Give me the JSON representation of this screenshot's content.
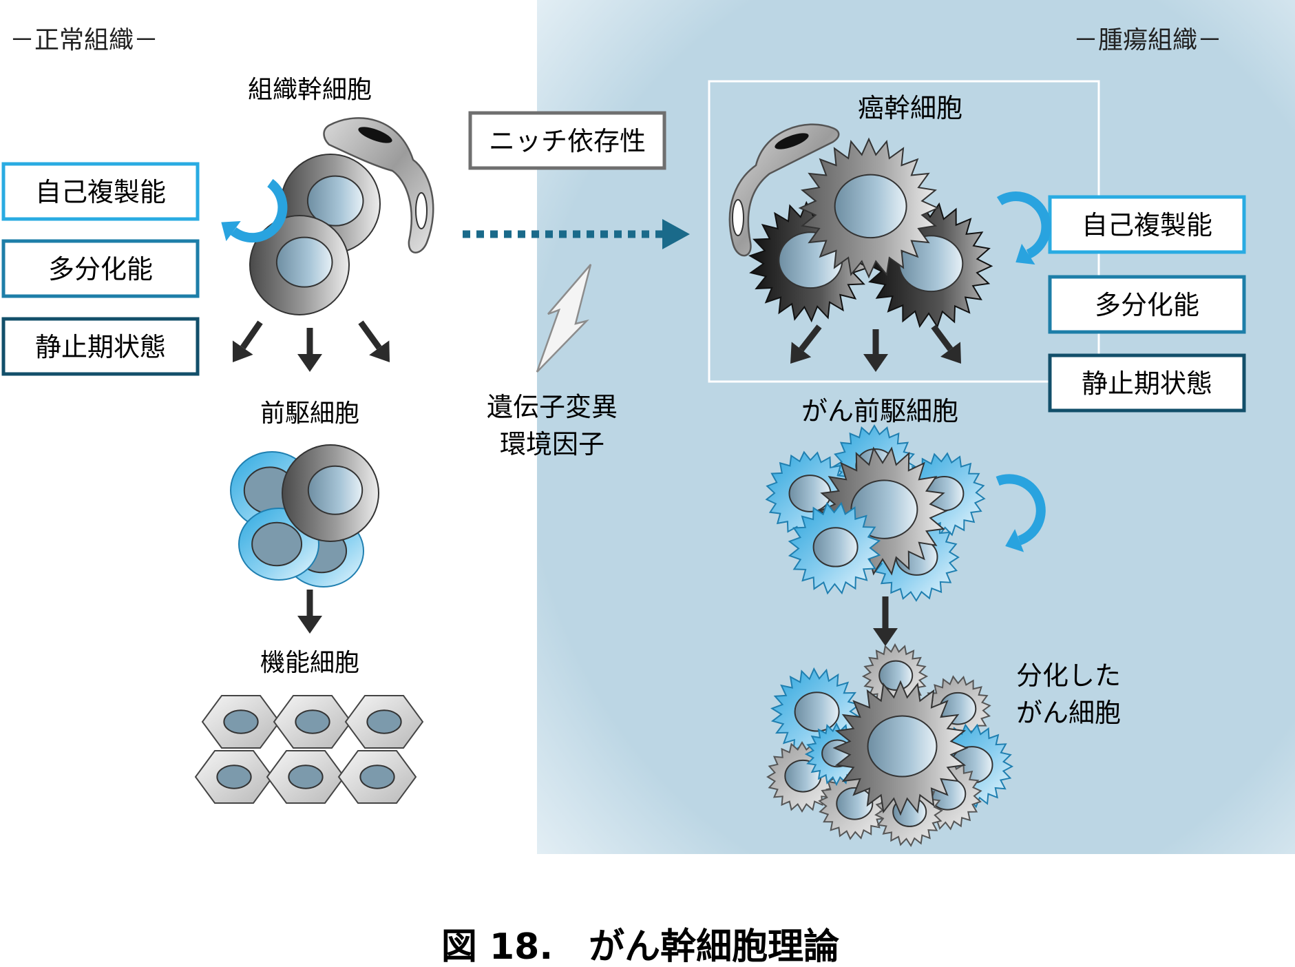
{
  "normal": {
    "heading": "－正常組織－",
    "stem_label": "組織幹細胞",
    "progenitor_label": "前駆細胞",
    "functional_label": "機能細胞",
    "properties": [
      "自己複製能",
      "多分化能",
      "静止期状態"
    ]
  },
  "tumor": {
    "heading": "－腫瘍組織－",
    "stem_label": "癌幹細胞",
    "progenitor_label": "がん前駆細胞",
    "differentiated_label": [
      "分化した",
      "がん細胞"
    ],
    "properties": [
      "自己複製能",
      "多分化能",
      "静止期状態"
    ]
  },
  "middle": {
    "niche_label": "ニッチ依存性",
    "factors": [
      "遺伝子変異",
      "環境因子"
    ]
  },
  "caption": "図 18.　がん幹細胞理論",
  "colors": {
    "tumor_bg": "#bcd6e4",
    "prop_border_1": "#29abe2",
    "prop_border_2": "#1d7ea8",
    "prop_border_3": "#124f6a",
    "dotted_arrow": "#1a6a8a",
    "cycle_arrow": "#29a3df",
    "down_arrow": "#2b2b2b"
  }
}
